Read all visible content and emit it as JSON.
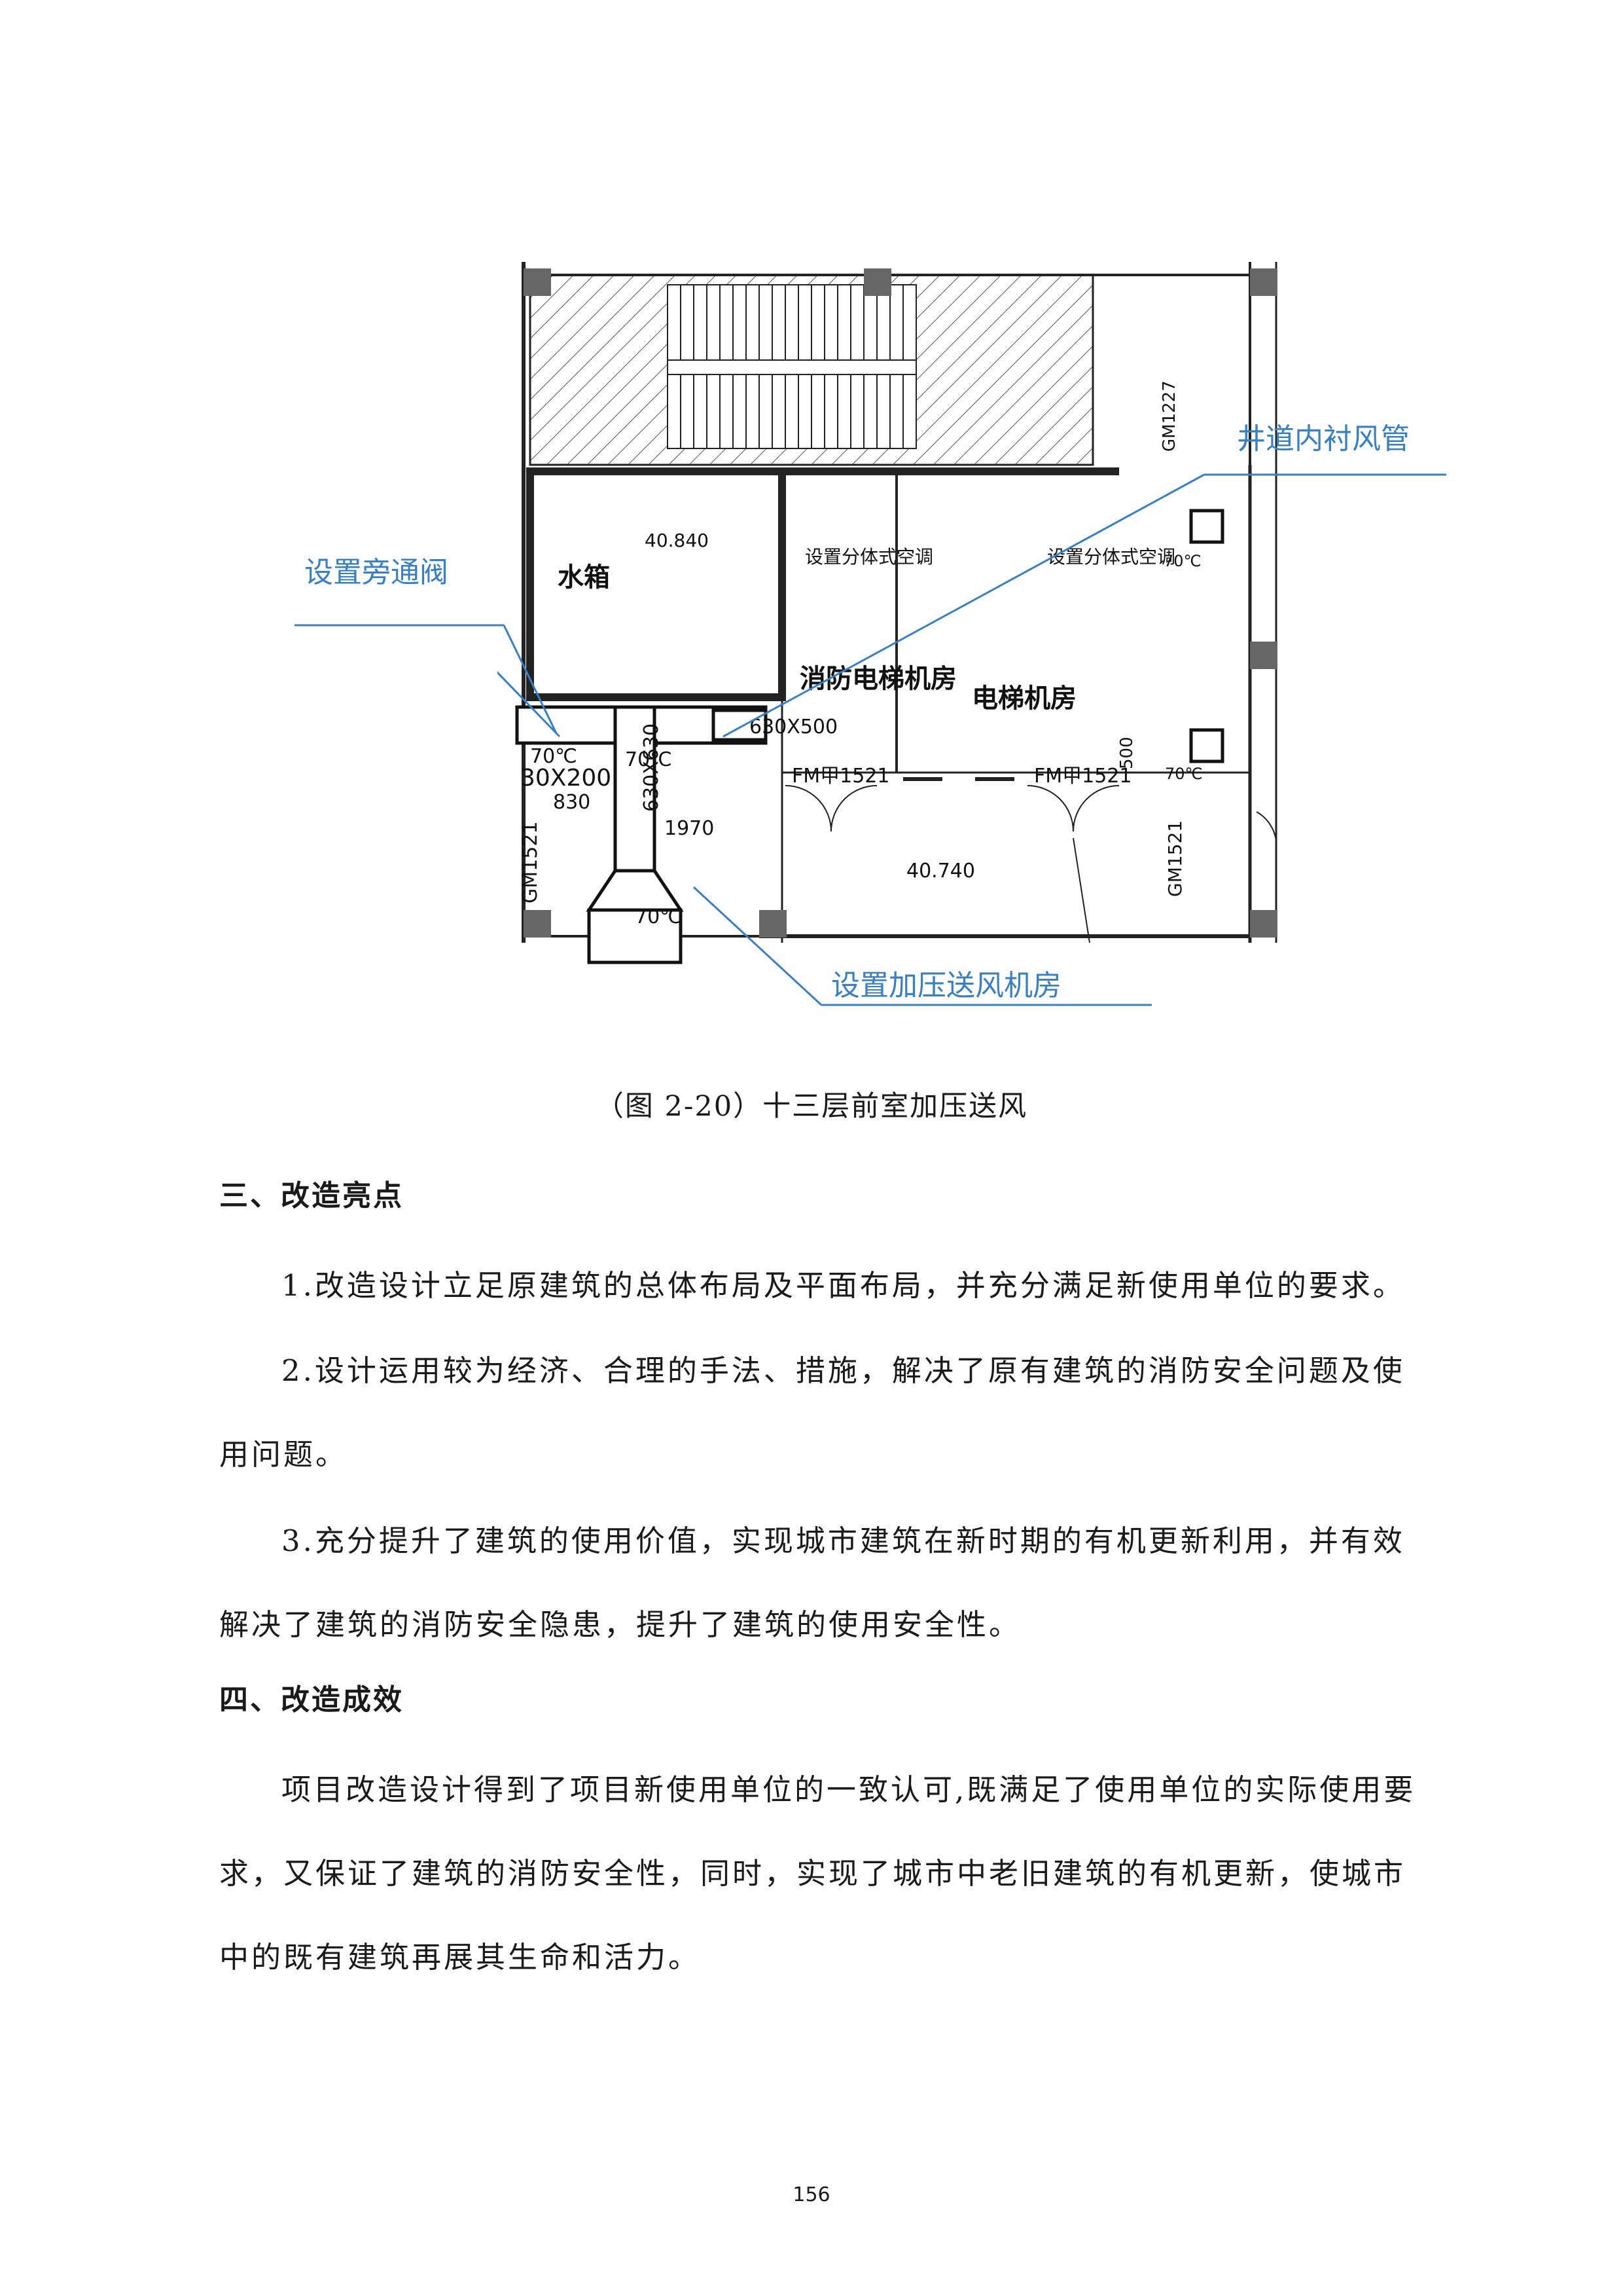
{
  "figure": {
    "labels": {
      "water_tank": "水箱",
      "elevation_tank": "40.840",
      "split_ac_1": "设置分体式空调",
      "split_ac_2": "设置分体式空调",
      "fire_elevator_room": "消防电梯机房",
      "elevator_room": "电梯机房",
      "duct_size_1": "630X500",
      "duct_size_2": "630X630",
      "duct_size_3": "30X200",
      "damper_70_a": "70℃",
      "damper_70_b": "70℃",
      "damper_70_c": "70℃",
      "damper_70_d": "70℃",
      "damper_70_e": "70℃",
      "door_fm_1": "FM甲1521",
      "door_fm_2": "FM甲1521",
      "door_gm_1227": "GM1227",
      "door_gm_1521_left": "GM1521",
      "door_gm_1521_right": "GM1521",
      "dim_830": "830",
      "dim_1970": "1970",
      "dim_500": "500",
      "elevation_floor": "40.740"
    },
    "annotations": {
      "bypass_valve": "设置旁通阀",
      "shaft_lining_duct": "井道内衬风管",
      "pressurization_fan_room": "设置加压送风机房"
    },
    "caption": "（图 2-20）十三层前室加压送风"
  },
  "sections": [
    {
      "heading": "三、改造亮点",
      "paragraphs": [
        "1.改造设计立足原建筑的总体布局及平面布局，并充分满足新使用单位的要求。",
        "2.设计运用较为经济、合理的手法、措施，解决了原有建筑的消防安全问题及使用问题。",
        "3.充分提升了建筑的使用价值，实现城市建筑在新时期的有机更新利用，并有效解决了建筑的消防安全隐患，提升了建筑的使用安全性。"
      ]
    },
    {
      "heading": "四、改造成效",
      "paragraphs": [
        "项目改造设计得到了项目新使用单位的一致认可,既满足了使用单位的实际使用要求，又保证了建筑的消防安全性，同时，实现了城市中老旧建筑的有机更新，使城市中的既有建筑再展其生命和活力。"
      ]
    }
  ],
  "page_number": "156",
  "colors": {
    "annotation": "#3a7fc1",
    "ink": "#111111",
    "column_fill": "#666666"
  }
}
